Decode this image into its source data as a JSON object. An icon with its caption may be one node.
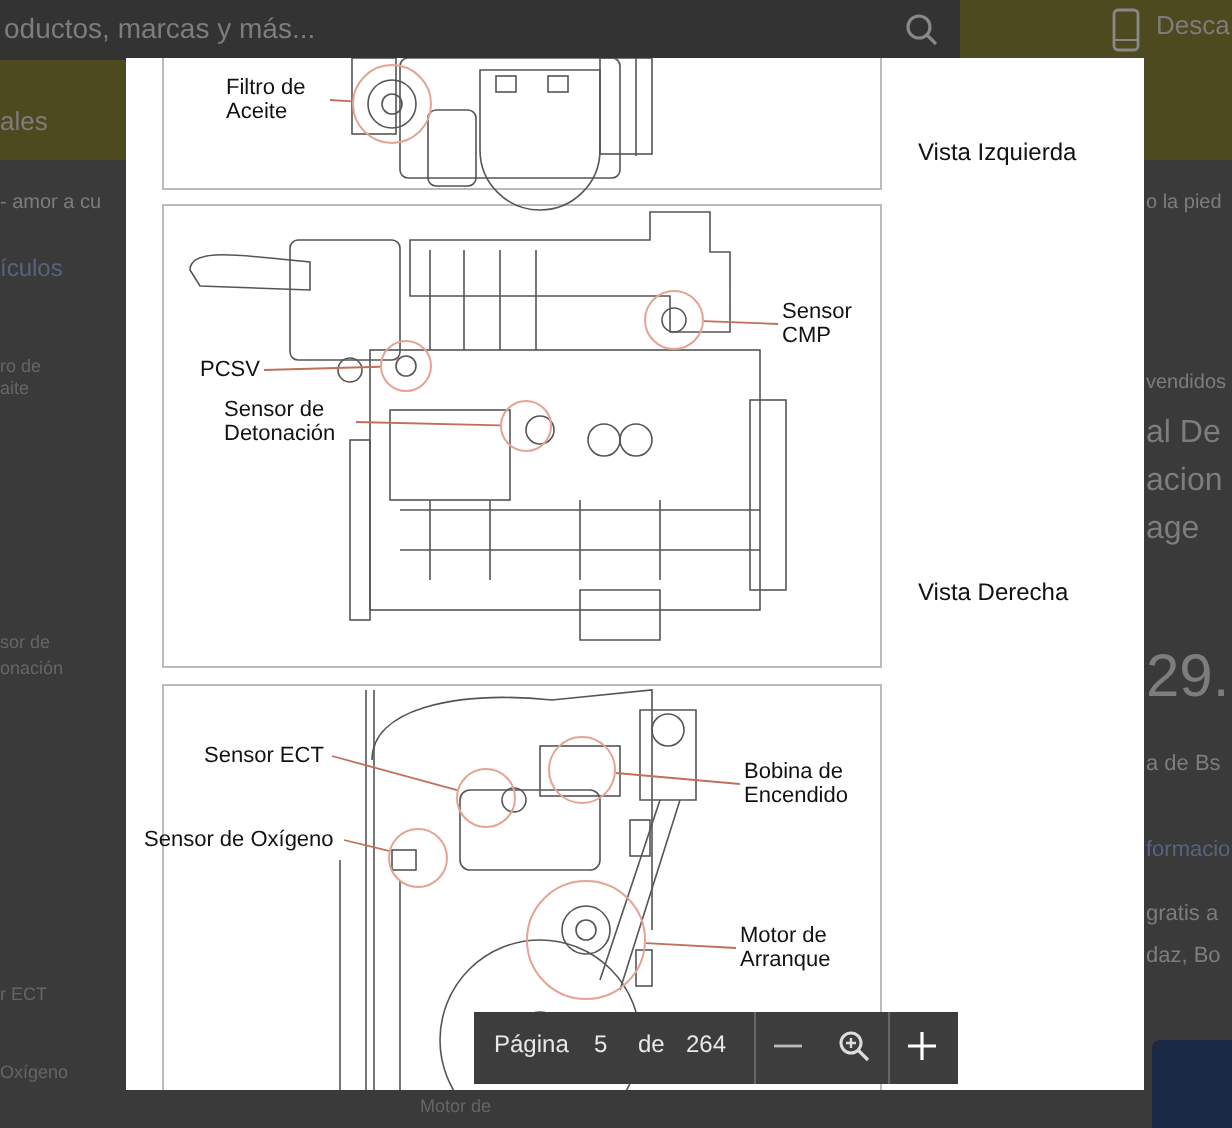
{
  "diagram": {
    "nodes": [
      {
        "text": [
          "Filtro de Aceite"
        ]
      },
      {
        "text": [],
        "shape": "circle"
      },
      {
        "text": [
          "Sensor CMP"
        ]
      },
      {
        "text": [],
        "shape": "circle"
      },
      {
        "text": [
          "PCSV"
        ]
      },
      {
        "text": [],
        "shape": "circle"
      },
      {
        "text": [
          "Sensor de Detonación"
        ]
      },
      {
        "text": [],
        "shape": "circle"
      },
      {
        "text": [
          "Sensor ECT"
        ]
      },
      {
        "text": [],
        "shape": "circle"
      },
      {
        "text": [
          "Bobina de Encendido"
        ]
      },
      {
        "text": [],
        "shape": "circle"
      },
      {
        "text": [
          "Sensor de Oxígeno"
        ]
      },
      {
        "text": [],
        "shape": "circle"
      },
      {
        "text": [
          "Motor de Arranque"
        ]
      },
      {
        "text": [],
        "shape": "circle"
      }
    ],
    "edges": [
      {
        "from": 0,
        "to": 1,
        "arrow": "none"
      },
      {
        "from": 2,
        "to": 3,
        "arrow": "none"
      },
      {
        "from": 4,
        "to": 5,
        "arrow": "none"
      },
      {
        "from": 6,
        "to": 7,
        "arrow": "none"
      },
      {
        "from": 8,
        "to": 9,
        "arrow": "none"
      },
      {
        "from": 10,
        "to": 11,
        "arrow": "none"
      },
      {
        "from": 12,
        "to": 13,
        "arrow": "none"
      },
      {
        "from": 14,
        "to": 15,
        "arrow": "none"
      }
    ],
    "labels": [
      "oductos, marcas y más...",
      "Desca",
      "ales",
      "- amor a cu",
      "ículos",
      "o la pied",
      "vendidos",
      "al De",
      "acion",
      "age",
      "29.",
      "a de Bs",
      "formacio",
      "gratis a",
      "daz, Bo",
      "ro de",
      "aite",
      "sor de",
      "onación",
      "r ECT",
      "Oxígeno",
      "Motor de",
      "Vista Izquierda",
      "Vista Derecha",
      "Página",
      "5",
      "de",
      "264"
    ]
  }
}
